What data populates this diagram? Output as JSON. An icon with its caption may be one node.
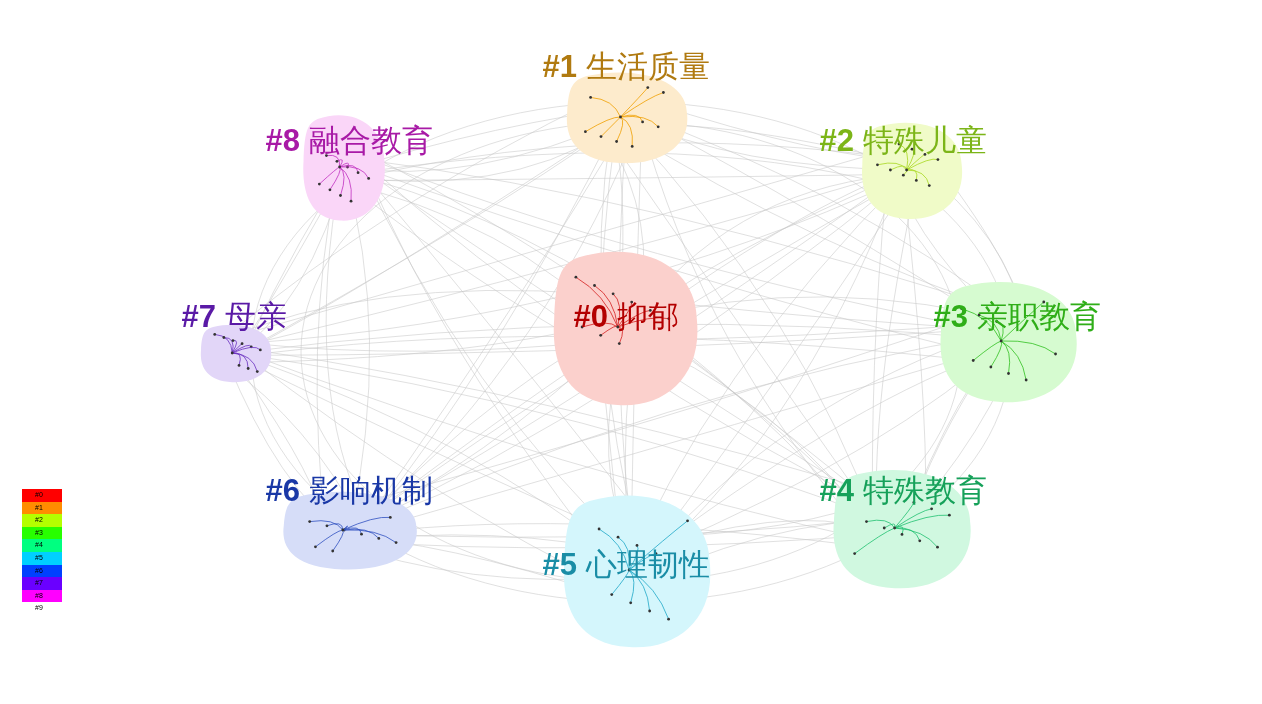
{
  "diagram": {
    "nodes": [
      {
        "text": [
          "**#0** 抑郁"
        ]
      },
      {
        "text": [
          "**#1** 生活质量"
        ]
      },
      {
        "text": [
          "**#2** 特殊儿童"
        ]
      },
      {
        "text": [
          "**#3** 亲职教育"
        ]
      },
      {
        "text": [
          "**#4** 特殊教育"
        ]
      },
      {
        "text": [
          "**#5** 心理韧性"
        ]
      },
      {
        "text": [
          "**#6** 影响机制"
        ]
      },
      {
        "text": [
          "**#7** 母亲"
        ]
      },
      {
        "text": [
          "**#8** 融合教育"
        ]
      }
    ],
    "legend": [
      {
        "text": "#0",
        "color": "#ff0000"
      },
      {
        "text": "#1",
        "color": "#ff8c00"
      },
      {
        "text": "#2",
        "color": "#b4ff00"
      },
      {
        "text": "#3",
        "color": "#28ff00"
      },
      {
        "text": "#4",
        "color": "#00ff80"
      },
      {
        "text": "#5",
        "color": "#00d0ff"
      },
      {
        "text": "#6",
        "color": "#0040ff"
      },
      {
        "text": "#7",
        "color": "#6a00ff"
      },
      {
        "text": "#8",
        "color": "#ff00ff"
      },
      {
        "text": "#9"
      }
    ]
  }
}
